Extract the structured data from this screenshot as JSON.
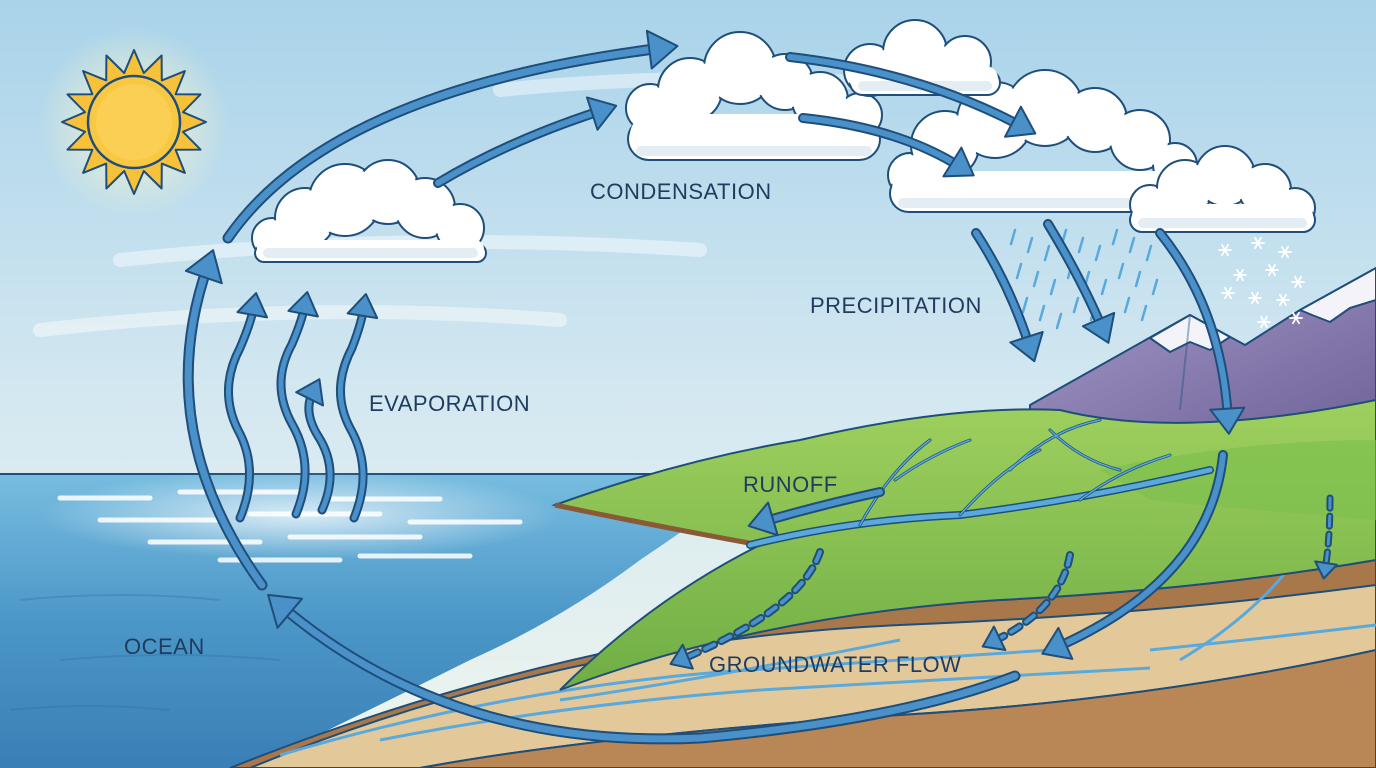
{
  "diagram": {
    "labels": {
      "condensation": "CONDENSATION",
      "precipitation": "PRECIPITATION",
      "evaporation": "EVAPORATION",
      "runoff": "RUNOFF",
      "ocean": "OCEAN",
      "groundwater": "GROUNDWATER FLOW"
    }
  },
  "colors": {
    "arrow": "#4a90c9",
    "outline": "#1f4e7a",
    "label": "#1f3b5e",
    "sky_top": "#a9d3ea",
    "sky_bottom": "#eef5ee",
    "ocean": "#4b97c8",
    "grass": "#8cc152",
    "soil": "#e3c99a",
    "bedrock": "#a9784a",
    "mountain": "#8f82b3",
    "sun": "#f7c23a"
  }
}
